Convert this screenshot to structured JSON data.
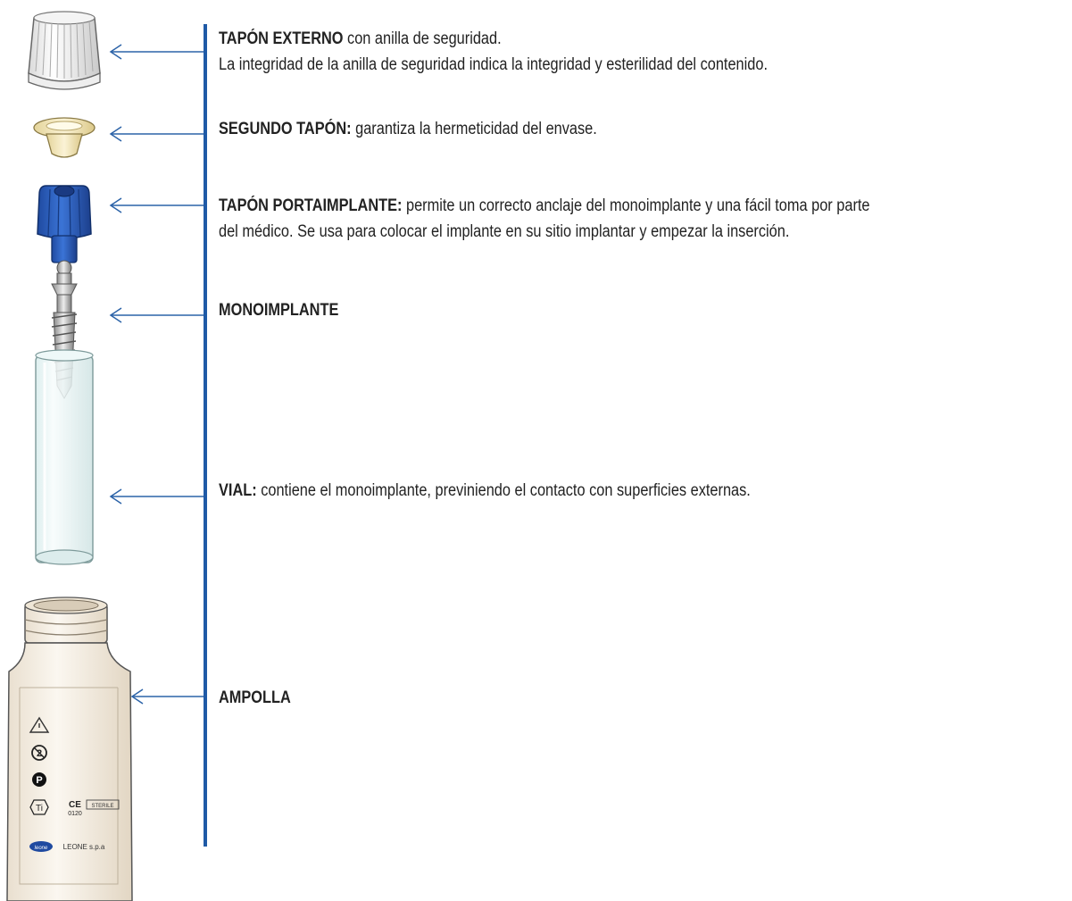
{
  "components": [
    {
      "id": "tapon-externo",
      "title": "TAPÓN EXTERNO",
      "text": " con anilla de seguridad.",
      "text2": "La integridad de la anilla de seguridad indica la integridad y esterilidad del contenido."
    },
    {
      "id": "segundo-tapon",
      "title": "SEGUNDO TAPÓN:",
      "text": " garantiza la hermeticidad del envase."
    },
    {
      "id": "tapon-portaimplante",
      "title": "TAPÓN PORTAIMPLANTE:",
      "text": " permite un correcto anclaje del monoimplante y una fácil toma por parte",
      "text2": "del médico. Se usa para colocar el implante en su sitio implantar y empezar la inserción."
    },
    {
      "id": "monoimplante",
      "title": "MONOIMPLANTE"
    },
    {
      "id": "vial",
      "title": "VIAL:",
      "text": " contiene el monoimplante, previniendo el contacto con superficies externas."
    },
    {
      "id": "ampolla",
      "title": "AMPOLLA"
    }
  ],
  "bottle_label": {
    "ce_mark": "CE",
    "ce_number": "0120",
    "sterile": "STERILE",
    "ti_symbol": "Ti",
    "p_symbol": "P",
    "two_symbol": "2",
    "brand_badge": "leone",
    "company": "LEONE s.p.a"
  },
  "colors": {
    "accent_line": "#1f5aa6",
    "arrow": "#2c63a8",
    "holder_blue": "#2e5fbe",
    "stopper": "#f1e6bd"
  }
}
